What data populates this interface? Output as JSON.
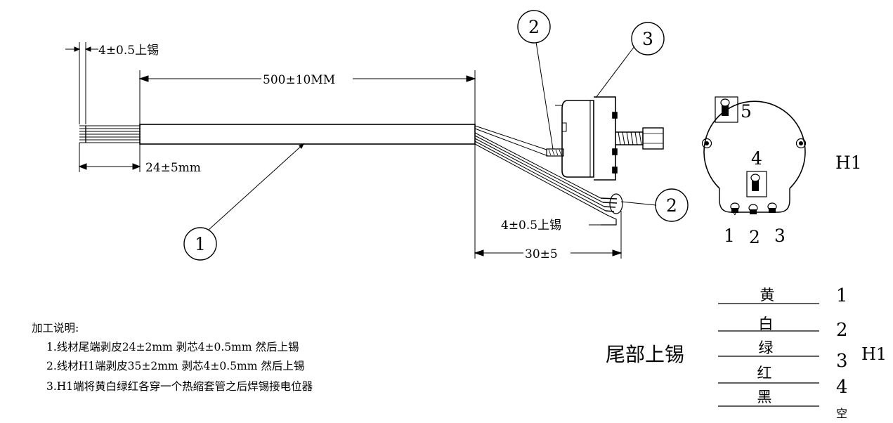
{
  "dimensions": {
    "tinned_end_left": "4±0.5上锡",
    "cable_length": "500±10MM",
    "strip_length": "24±5mm",
    "tinned_end_right": "4±0.5上锡",
    "lead_length": "30±5"
  },
  "callouts": {
    "c1": "1",
    "c2_top": "2",
    "c3": "3",
    "c2_right": "2"
  },
  "pinout_view": {
    "label": "H1",
    "pin5": "5",
    "pin4": "4",
    "pin1": "1",
    "pin2": "2",
    "pin3": "3"
  },
  "notes": {
    "heading": "加工说明:",
    "items": [
      "1.线材尾端剥皮24±2mm 剥芯4±0.5mm 然后上锡",
      "2.线材H1端剥皮35±2mm 剥芯4±0.5mm 然后上锡",
      "3.H1端将黄白绿红各穿一个热缩套管之后焊锡接电位器"
    ]
  },
  "wiring_table": {
    "tail_label": "尾部上锡",
    "connector_label": "H1",
    "rows": [
      {
        "color": "黄",
        "pin": "1"
      },
      {
        "color": "白",
        "pin": "2"
      },
      {
        "color": "绿",
        "pin": "3"
      },
      {
        "color": "红",
        "pin": "4"
      },
      {
        "color": "黑",
        "pin": "空"
      }
    ]
  }
}
